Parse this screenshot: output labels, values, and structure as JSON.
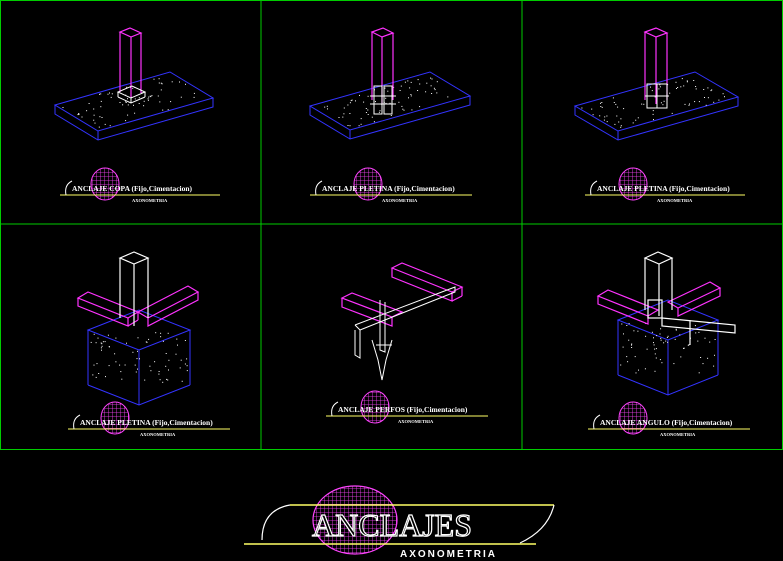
{
  "colors": {
    "background": "#000000",
    "grid": "#00cc00",
    "slab": "#3333ff",
    "post": "#ff33ff",
    "steel": "#ffffff",
    "dots": "#ffffff",
    "rule": "#ffff66"
  },
  "panels": [
    {
      "label": "ANCLAJE COPA (Fijo,Cimentacion)",
      "sublabel": "AXONOMETRIA"
    },
    {
      "label": "ANCLAJE PLETINA (Fijo,Cimentacion)",
      "sublabel": "AXONOMETRIA"
    },
    {
      "label": "ANCLAJE PLETINA (Fijo,Cimentacion)",
      "sublabel": "AXONOMETRIA"
    },
    {
      "label": "ANCLAJE PLETINA (Fijo,Cimentacion)",
      "sublabel": "AXONOMETRIA"
    },
    {
      "label": "ANCLAJE PERFOS (Fijo,Cimentacion)",
      "sublabel": "AXONOMETRIA"
    },
    {
      "label": "ANCLAJE ANGULO (Fijo,Cimentacion)",
      "sublabel": "AXONOMETRIA"
    }
  ],
  "footer": {
    "title": "ANCLAJES",
    "subtitle": "AXONOMETRIA"
  }
}
